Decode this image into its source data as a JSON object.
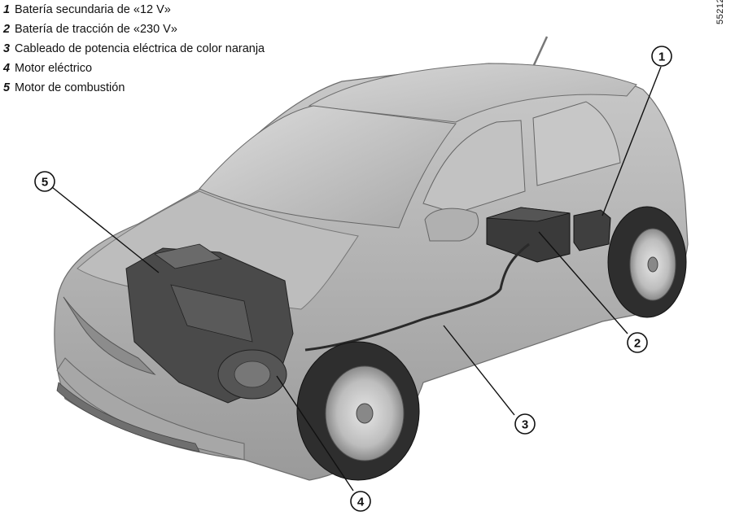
{
  "legend": [
    {
      "num": "1",
      "text": "Batería secundaria de «12 V»"
    },
    {
      "num": "2",
      "text": "Batería de tracción de «230 V»"
    },
    {
      "num": "3",
      "text": "Cableado de potencia eléctrica de color naranja"
    },
    {
      "num": "4",
      "text": "Motor eléctrico"
    },
    {
      "num": "5",
      "text": "Motor de combustión"
    }
  ],
  "ref_code": "55212",
  "callouts": [
    {
      "num": "1",
      "part": "Batería secundaria de «12 V»"
    },
    {
      "num": "2",
      "part": "Batería de tracción de «230 V»"
    },
    {
      "num": "3",
      "part": "Cableado de potencia eléctrica de color naranja"
    },
    {
      "num": "4",
      "part": "Motor eléctrico"
    },
    {
      "num": "5",
      "part": "Motor de combustión"
    }
  ]
}
